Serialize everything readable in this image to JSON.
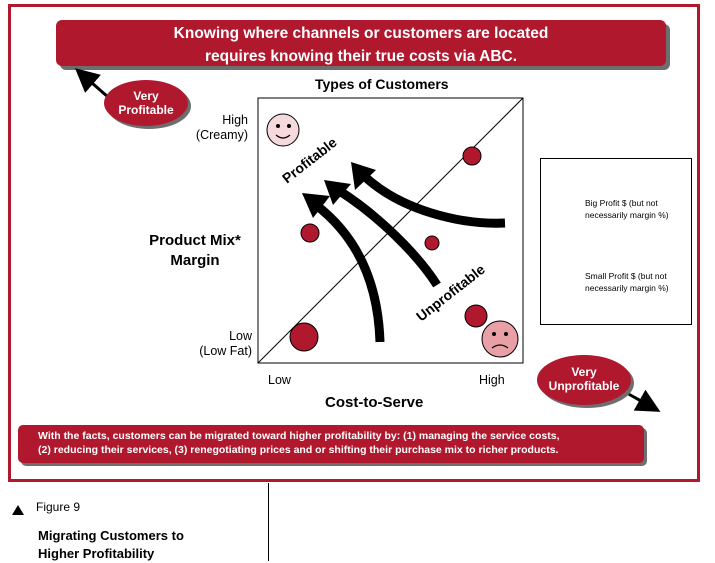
{
  "header": {
    "banner_line1": "Knowing where channels or customers are located",
    "banner_line2": "requires knowing their true costs via ABC."
  },
  "quadrant": {
    "title": "Types of Customers",
    "y_axis_title_line1": "Product Mix*",
    "y_axis_title_line2": "Margin",
    "y_high_line1": "High",
    "y_high_line2": "(Creamy)",
    "y_low_line1": "Low",
    "y_low_line2": "(Low Fat)",
    "x_axis_title": "Cost-to-Serve",
    "x_low": "Low",
    "x_high": "High",
    "profitable_label": "Profitable",
    "unprofitable_label": "Unprofitable"
  },
  "callouts": {
    "very_profitable_line1": "Very",
    "very_profitable_line2": "Profitable",
    "very_unprofitable_line1": "Very",
    "very_unprofitable_line2": "Unprofitable"
  },
  "legend": {
    "big_line1": "Big Profit $ (but not",
    "big_line2": "necessarily margin %)",
    "small_line1": "Small Profit $ (but not",
    "small_line2": "necessarily margin %)"
  },
  "footer": {
    "line1": "With the facts, customers can be migrated toward higher profitability by: (1) managing the service costs,",
    "line2": "(2) reducing their services, (3) renegotiating prices and or shifting their purchase mix to richer products."
  },
  "figure": {
    "number": "Figure 9",
    "title_line1": "Migrating Customers to",
    "title_line2": "Higher Profitability"
  },
  "colors": {
    "accent": "#b0182e",
    "happy_face": "#f6d9dc",
    "sad_face": "#e8a0a6"
  }
}
